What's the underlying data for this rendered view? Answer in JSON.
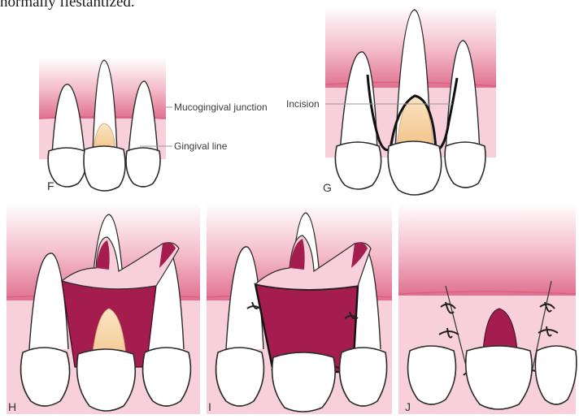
{
  "header_text": "normally fiestantized.",
  "labels": {
    "mucogingival": "Mucogingival junction",
    "gingival": "Gingival line",
    "incision": "Incision"
  },
  "panels": {
    "F": "F",
    "G": "G",
    "H": "H",
    "I": "I",
    "J": "J"
  },
  "colors": {
    "mucosa_top": "#ffffff",
    "mucosa_band": "#e88aa4",
    "gingiva": "#f7cdd8",
    "flap": "#a51d4f",
    "tooth_yellow": "#f6d7a8"
  }
}
